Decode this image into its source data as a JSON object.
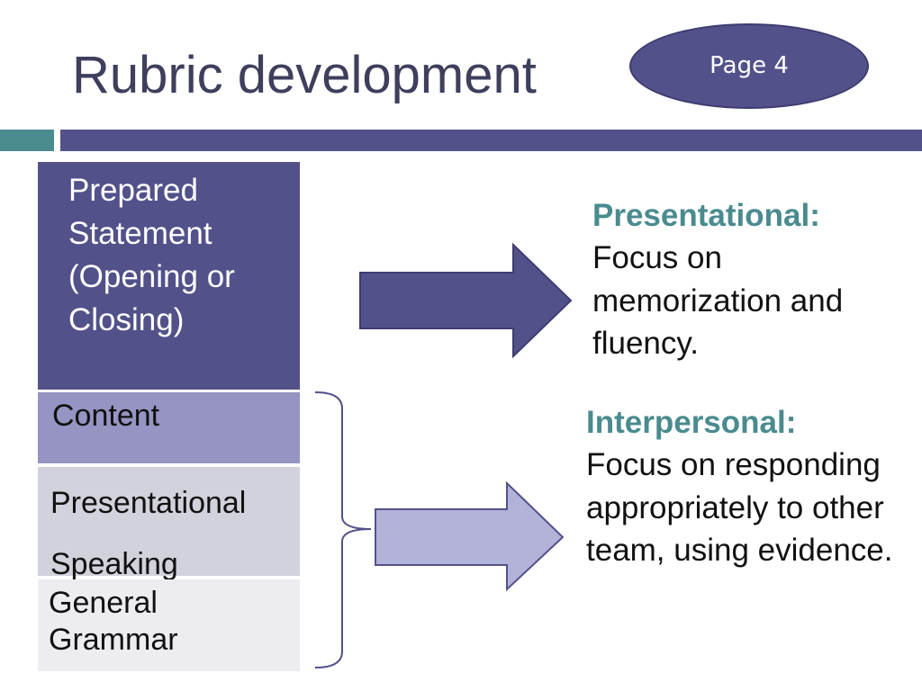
{
  "main": {
    "slide_title": "Rubric development",
    "page_badge": "Page 4",
    "table": [
      {
        "label": "Prepared Statement (Opening or Closing)"
      },
      {
        "label": "Content"
      },
      {
        "label": "Presentational Speaking"
      },
      {
        "label": "General Grammar"
      }
    ],
    "callouts": [
      {
        "heading": "Presentational:",
        "body": "Focus on memorization and fluency."
      },
      {
        "heading": "Interpersonal:",
        "body": "Focus on responding appropriately to other team, using evidence."
      }
    ]
  },
  "colors": {
    "primary": "#53518a",
    "accent_teal": "#4a8b8f",
    "title_text": "#3d3f5c",
    "light_purple": "#9594c2",
    "arrow_light": "#b3b3d9"
  }
}
